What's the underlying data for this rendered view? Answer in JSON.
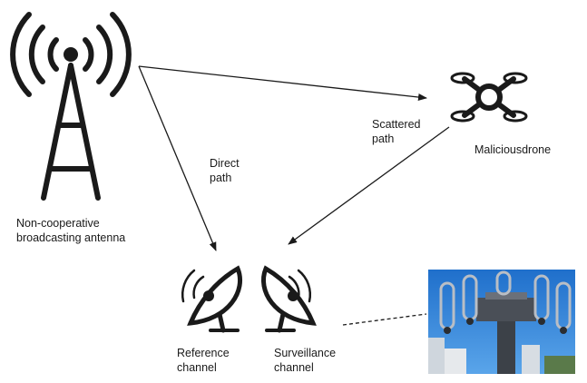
{
  "labels": {
    "antenna": [
      "Non-cooperative",
      "broadcasting antenna"
    ],
    "drone": [
      "Maliciousdrone"
    ],
    "direct_path": [
      "Direct",
      "path"
    ],
    "scattered_path": [
      "Scattered",
      "path"
    ],
    "reference_channel": [
      "Reference",
      "channel"
    ],
    "surveillance_channel": [
      "Surveillance",
      "channel"
    ]
  },
  "icons": {
    "antenna": "broadcast-tower-icon",
    "drone": "quadcopter-drone-icon",
    "reference_dish": "satellite-dish-icon",
    "surveillance_dish": "satellite-dish-icon",
    "photo": "antenna-array-photo"
  },
  "colors": {
    "ink": "#1a1a1a",
    "sky": "#2f7fd4"
  }
}
